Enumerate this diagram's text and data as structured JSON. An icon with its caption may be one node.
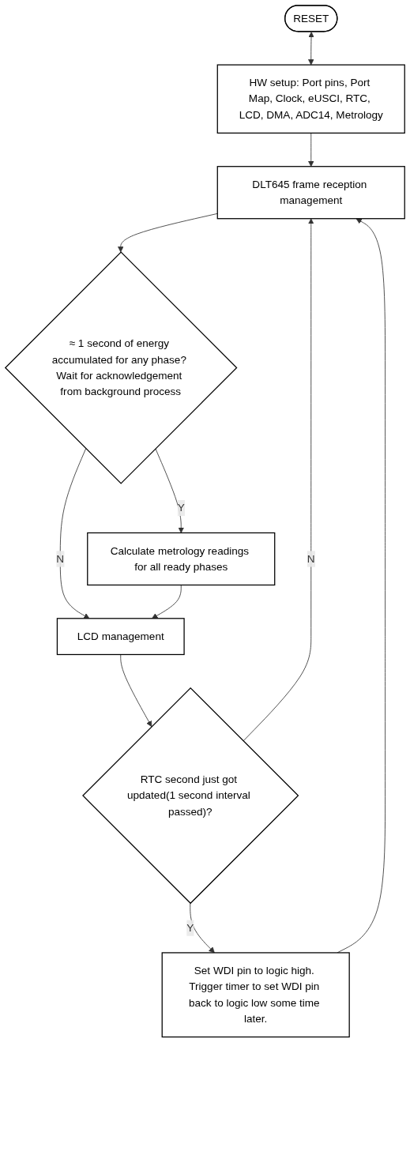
{
  "diagram": {
    "nodes": [
      {
        "text": [
          "RESET"
        ]
      },
      {
        "text": [
          "HW setup: Port pins, Port Map, Clock, eUSCI, RTC, LCD, DMA, ADC14, Metrology"
        ]
      },
      {
        "text": [
          "DLT645 frame reception management"
        ]
      },
      {
        "text": [
          "≈ 1 second of energy accumulated for any phase? Wait for acknowledgement from background process"
        ]
      },
      {
        "text": [
          "Calculate metrology readings for all ready phases"
        ]
      },
      {
        "text": [
          "LCD management"
        ]
      },
      {
        "text": [
          "RTC second just got updated(1 second interval passed)?"
        ]
      },
      {
        "text": [
          "Set WDI pin to logic high. Trigger timer to set WDI pin back to logic low some time later."
        ]
      }
    ],
    "edges": [
      {
        "from": 0,
        "to": 1,
        "arrow": "both"
      },
      {
        "from": 1,
        "to": 2,
        "arrow": "to"
      },
      {
        "from": 2,
        "to": 3,
        "arrow": "to"
      },
      {
        "from": 3,
        "to": 4,
        "arrow": "to",
        "label": "Y"
      },
      {
        "from": 3,
        "to": 5,
        "arrow": "to",
        "label": "N"
      },
      {
        "from": 4,
        "to": 5,
        "arrow": "to"
      },
      {
        "from": 5,
        "to": 6,
        "arrow": "to"
      },
      {
        "from": 6,
        "to": 2,
        "arrow": "to",
        "label": "N"
      },
      {
        "from": 6,
        "to": 7,
        "arrow": "to",
        "label": "Y"
      },
      {
        "from": 7,
        "to": 2,
        "arrow": "to"
      }
    ]
  }
}
